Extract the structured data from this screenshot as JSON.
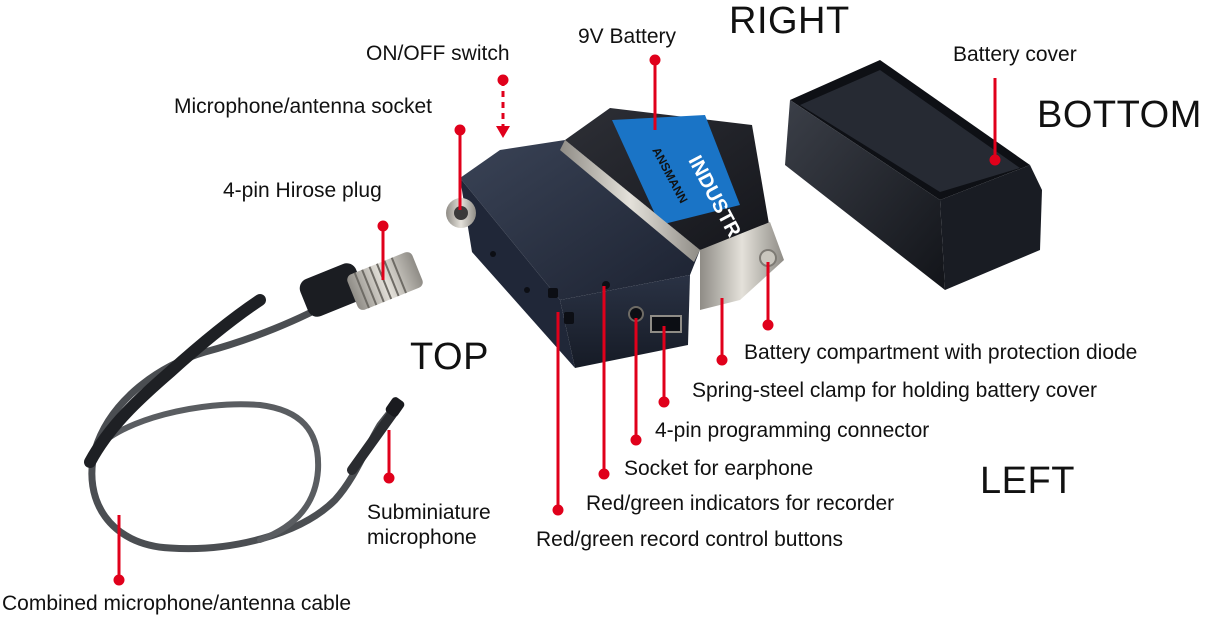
{
  "orientation": {
    "right": "RIGHT",
    "bottom": "BOTTOM",
    "top": "TOP",
    "left": "LEFT"
  },
  "callouts": {
    "battery_9v": "9V Battery",
    "on_off_switch": "ON/OFF switch",
    "mic_antenna_socket": "Microphone/antenna socket",
    "hirose_plug": "4-pin Hirose plug",
    "battery_cover": "Battery cover",
    "battery_compartment": "Battery compartment with protection diode",
    "spring_clamp": "Spring-steel clamp for holding battery cover",
    "programming_connector": "4-pin programming connector",
    "earphone_socket": "Socket for earphone",
    "indicators": "Red/green indicators for recorder",
    "record_buttons": "Red/green record control buttons",
    "subminiature_mic": "Subminiature microphone",
    "cable": "Combined microphone/antenna cable"
  },
  "battery_brand": {
    "line1": "INDUSTRIAL",
    "line2": "ANSMANN"
  },
  "colors": {
    "leader": "#e0001b",
    "device": "#1f2738",
    "cover": "#1b1f29",
    "battery_blue": "#1a74c6",
    "cable": "#4b4e52",
    "metal": "#b9b6ae"
  }
}
